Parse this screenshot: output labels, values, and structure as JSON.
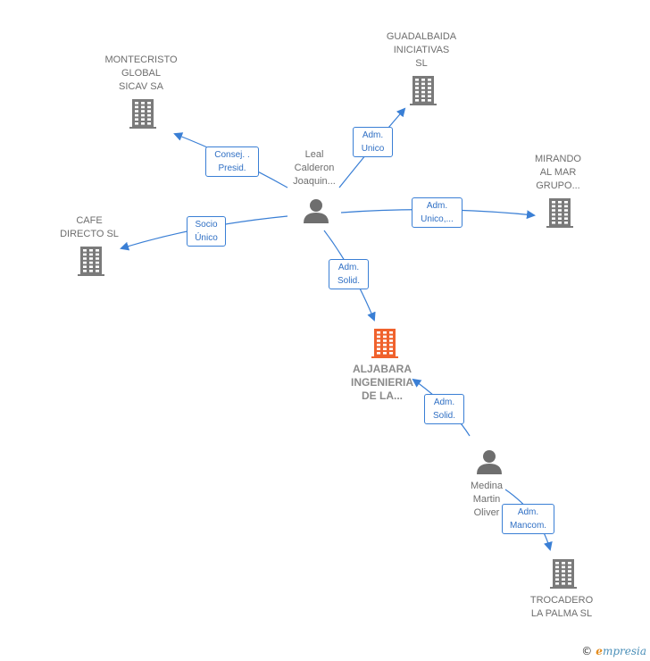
{
  "nodes": {
    "montecristo": {
      "label": "MONTECRISTO\nGLOBAL\nSICAV SA"
    },
    "guadalbaida": {
      "label": "GUADALBAIDA\nINICIATIVAS\nSL"
    },
    "mirando": {
      "label": "MIRANDO\nAL MAR\nGRUPO..."
    },
    "cafe": {
      "label": "CAFE\nDIRECTO  SL"
    },
    "aljabara": {
      "label": "ALJABARA\nINGENIERIA\nDE LA..."
    },
    "trocadero": {
      "label": "TROCADERO\nLA PALMA  SL"
    },
    "leal": {
      "label": "Leal\nCalderon\nJoaquin..."
    },
    "medina": {
      "label": "Medina\nMartin\nOliver"
    }
  },
  "relations": {
    "consej": "Consej. .\nPresid.",
    "adm_unico_guadalbaida": "Adm.\nUnico",
    "adm_unico_mirando": "Adm.\nUnico,...",
    "socio_unico": "Socio\nÚnico",
    "adm_solid_leal": "Adm.\nSolid.",
    "adm_solid_medina": "Adm.\nSolid.",
    "adm_mancom": "Adm.\nMancom."
  },
  "colors": {
    "company": "#7a7a7a",
    "company_main": "#f0622d",
    "person": "#6e6e6e",
    "edge": "#3a7fd5"
  },
  "footer": {
    "copyright": "©",
    "brand_e": "e",
    "brand_rest": "mpresia"
  }
}
